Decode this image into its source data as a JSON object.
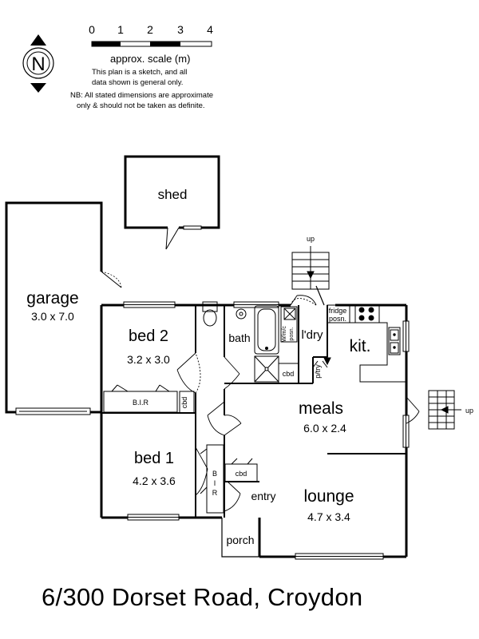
{
  "compass": {
    "label": "N"
  },
  "scale": {
    "ticks": [
      "0",
      "1",
      "2",
      "3",
      "4"
    ],
    "caption": "approx. scale (m)",
    "note1": [
      "This plan is a sketch, and all",
      "data shown is general only."
    ],
    "note2": [
      "NB: All stated dimensions are approximate",
      "only & should not be taken as definite."
    ]
  },
  "rooms": {
    "shed": {
      "name": "shed"
    },
    "garage": {
      "name": "garage",
      "dims": "3.0 x 7.0"
    },
    "bed2": {
      "name": "bed 2",
      "dims": "3.2 x 3.0"
    },
    "bed1": {
      "name": "bed 1",
      "dims": "4.2 x 3.6"
    },
    "bath": {
      "name": "bath"
    },
    "laundry": {
      "name": "l'dry"
    },
    "kitchen": {
      "name": "kit."
    },
    "meals": {
      "name": "meals",
      "dims": "6.0 x 2.4"
    },
    "lounge": {
      "name": "lounge",
      "dims": "4.7 x 3.4"
    },
    "entry": {
      "name": "entry"
    },
    "porch": {
      "name": "porch"
    }
  },
  "small_labels": {
    "bir_top": "B.I.R",
    "cbd_bed2": "cbd",
    "cbd_bath": "cbd",
    "cbd_entry": "cbd",
    "pantry": "p/try",
    "wm_posn": [
      "W/m/c",
      "posn."
    ],
    "fridge": [
      "fridge",
      "posn."
    ],
    "bir_side": [
      "B",
      "I",
      "R"
    ],
    "up_top": "up",
    "up_right": "up"
  },
  "address": "6/300 Dorset Road, Croydon"
}
